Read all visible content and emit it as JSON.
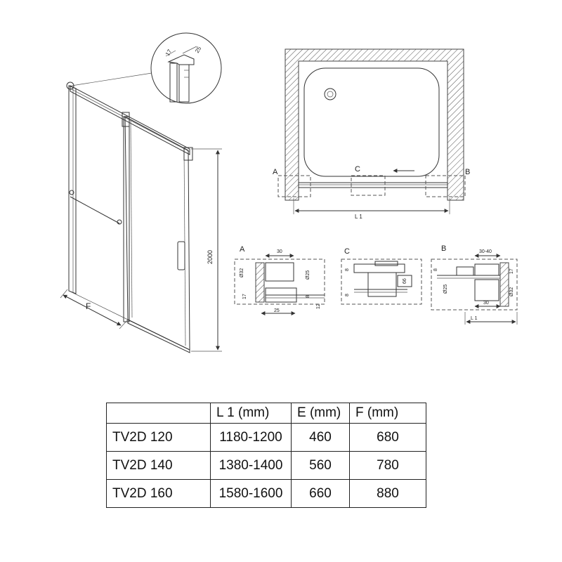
{
  "drawing": {
    "profile_labels": [
      "17",
      "25"
    ],
    "height_label": "2000",
    "width_label": "F",
    "plan": {
      "label_a": "A",
      "label_b": "B",
      "label_c": "C",
      "length_label": "L 1"
    },
    "detail_a": {
      "title": "A",
      "dims": [
        "30",
        "Ø32",
        "Ø25",
        "17",
        "8",
        "25",
        "12"
      ]
    },
    "detail_c": {
      "title": "C",
      "dims": [
        "8",
        "8",
        "66"
      ]
    },
    "detail_b": {
      "title": "B",
      "dims": [
        "30-40",
        "8",
        "17",
        "Ø25",
        "Ø32",
        "30",
        "L 1"
      ]
    }
  },
  "table": {
    "headers": [
      "",
      "L 1 (mm)",
      "E (mm)",
      "F (mm)"
    ],
    "rows": [
      {
        "model": "TV2D 120",
        "l1": "1180-1200",
        "e": "460",
        "f": "680"
      },
      {
        "model": "TV2D 140",
        "l1": "1380-1400",
        "e": "560",
        "f": "780"
      },
      {
        "model": "TV2D 160",
        "l1": "1580-1600",
        "e": "660",
        "f": "880"
      }
    ]
  }
}
